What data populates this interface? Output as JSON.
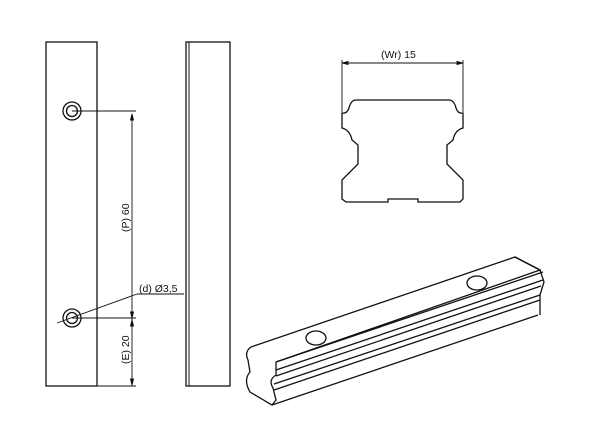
{
  "drawing": {
    "title": "Linear guide rail technical drawing",
    "views": [
      "front-view",
      "side-view",
      "cross-section",
      "isometric-view"
    ]
  },
  "dimensions": {
    "pitch": {
      "label": "(P) 60",
      "symbol": "P",
      "value": 60
    },
    "end_distance": {
      "label": "(E) 20",
      "symbol": "E",
      "value": 20
    },
    "hole_diameter": {
      "label": "(d) Ø3,5",
      "symbol": "d",
      "value": 3.5
    },
    "rail_width": {
      "label": "(Wr) 15",
      "symbol": "Wr",
      "value": 15
    }
  },
  "colors": {
    "line": "#111111",
    "background": "#ffffff"
  }
}
